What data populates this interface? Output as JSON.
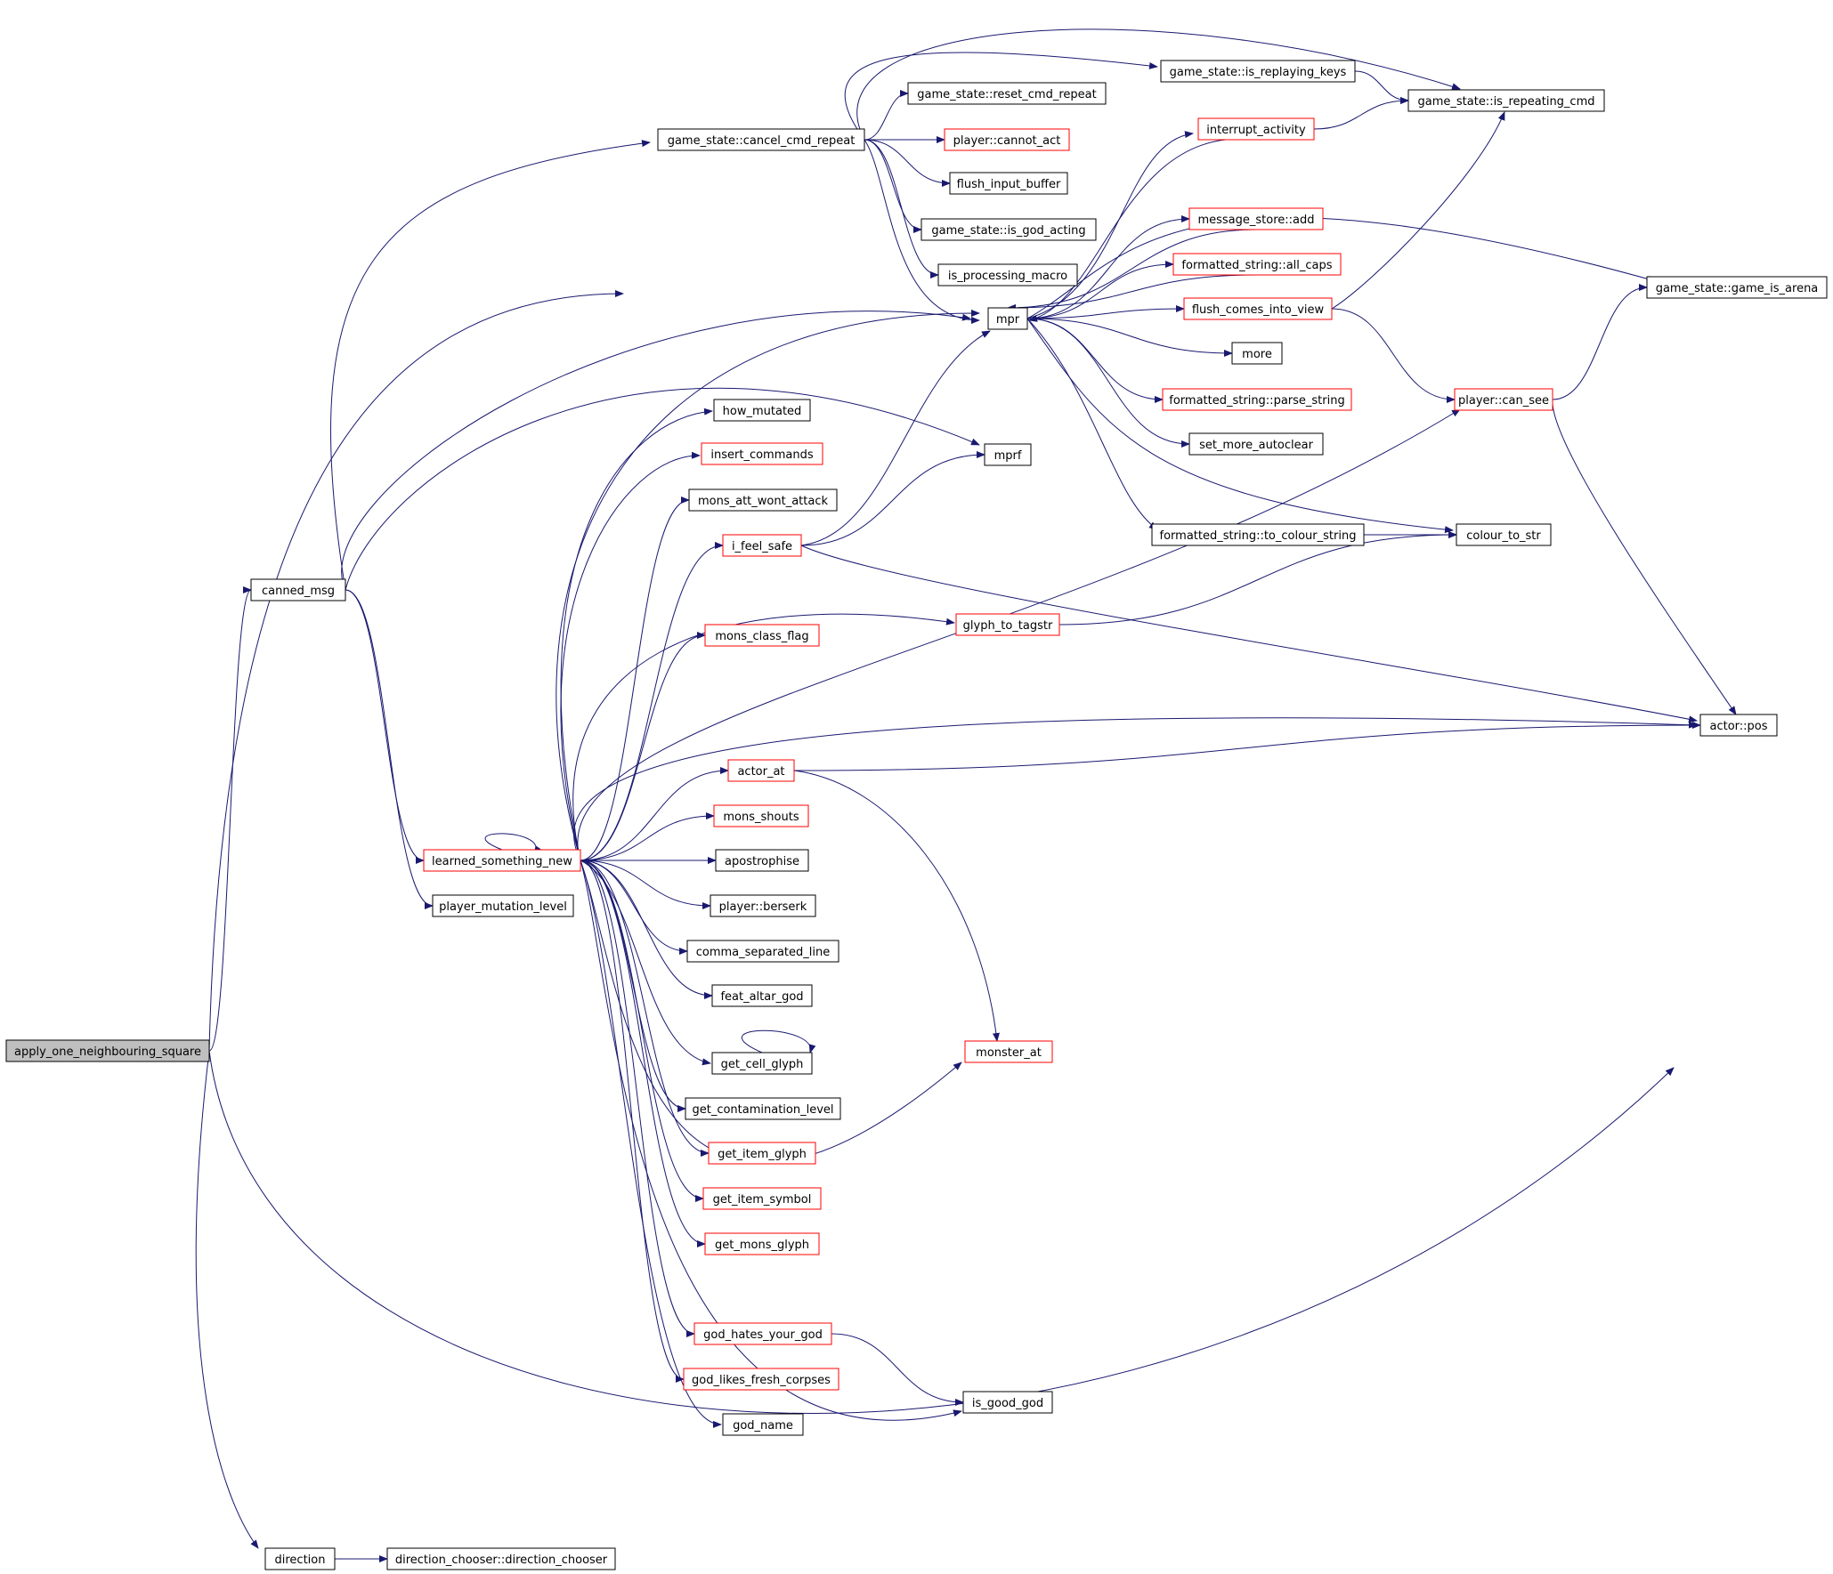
{
  "diagram": {
    "colors": {
      "edge": "#191970",
      "box_border": "#000000",
      "box_border_truncated": "#ff0000",
      "root_fill": "#bfbfbf",
      "box_fill": "#ffffff"
    },
    "nodes": [
      {
        "id": "apply_one_neighbouring_square",
        "label": "apply_one_neighbouring_square",
        "style": "root"
      },
      {
        "id": "canned_msg",
        "label": "canned_msg",
        "style": "normal"
      },
      {
        "id": "direction",
        "label": "direction",
        "style": "normal"
      },
      {
        "id": "direction_chooser_ctor",
        "label": "direction_chooser::direction_chooser",
        "style": "normal"
      },
      {
        "id": "learned_something_new",
        "label": "learned_something_new",
        "style": "truncated"
      },
      {
        "id": "player_mutation_level",
        "label": "player_mutation_level",
        "style": "normal"
      },
      {
        "id": "cancel_cmd_repeat",
        "label": "game_state::cancel_cmd_repeat",
        "style": "normal"
      },
      {
        "id": "reset_cmd_repeat",
        "label": "game_state::reset_cmd_repeat",
        "style": "normal"
      },
      {
        "id": "is_replaying_keys",
        "label": "game_state::is_replaying_keys",
        "style": "normal"
      },
      {
        "id": "is_repeating_cmd",
        "label": "game_state::is_repeating_cmd",
        "style": "normal"
      },
      {
        "id": "cannot_act",
        "label": "player::cannot_act",
        "style": "truncated"
      },
      {
        "id": "flush_input_buffer",
        "label": "flush_input_buffer",
        "style": "normal"
      },
      {
        "id": "is_god_acting",
        "label": "game_state::is_god_acting",
        "style": "normal"
      },
      {
        "id": "is_processing_macro",
        "label": "is_processing_macro",
        "style": "normal"
      },
      {
        "id": "mpr",
        "label": "mpr",
        "style": "normal"
      },
      {
        "id": "interrupt_activity",
        "label": "interrupt_activity",
        "style": "truncated"
      },
      {
        "id": "message_store_add",
        "label": "message_store::add",
        "style": "truncated"
      },
      {
        "id": "all_caps",
        "label": "formatted_string::all_caps",
        "style": "truncated"
      },
      {
        "id": "flush_comes_into_view",
        "label": "flush_comes_into_view",
        "style": "truncated"
      },
      {
        "id": "more",
        "label": "more",
        "style": "normal"
      },
      {
        "id": "parse_string",
        "label": "formatted_string::parse_string",
        "style": "truncated"
      },
      {
        "id": "set_more_autoclear",
        "label": "set_more_autoclear",
        "style": "normal"
      },
      {
        "id": "to_colour_string",
        "label": "formatted_string::to_colour_string",
        "style": "normal"
      },
      {
        "id": "colour_to_str",
        "label": "colour_to_str",
        "style": "normal"
      },
      {
        "id": "game_is_arena",
        "label": "game_state::game_is_arena",
        "style": "normal"
      },
      {
        "id": "player_can_see",
        "label": "player::can_see",
        "style": "truncated"
      },
      {
        "id": "actor_pos",
        "label": "actor::pos",
        "style": "normal"
      },
      {
        "id": "mprf",
        "label": "mprf",
        "style": "normal"
      },
      {
        "id": "how_mutated",
        "label": "how_mutated",
        "style": "normal"
      },
      {
        "id": "insert_commands",
        "label": "insert_commands",
        "style": "truncated"
      },
      {
        "id": "mons_att_wont_attack",
        "label": "mons_att_wont_attack",
        "style": "normal"
      },
      {
        "id": "i_feel_safe",
        "label": "i_feel_safe",
        "style": "truncated"
      },
      {
        "id": "glyph_to_tagstr",
        "label": "glyph_to_tagstr",
        "style": "truncated"
      },
      {
        "id": "mons_class_flag",
        "label": "mons_class_flag",
        "style": "truncated"
      },
      {
        "id": "actor_at",
        "label": "actor_at",
        "style": "truncated"
      },
      {
        "id": "mons_shouts",
        "label": "mons_shouts",
        "style": "truncated"
      },
      {
        "id": "apostrophise",
        "label": "apostrophise",
        "style": "normal"
      },
      {
        "id": "player_berserk",
        "label": "player::berserk",
        "style": "normal"
      },
      {
        "id": "comma_separated_line",
        "label": "comma_separated_line",
        "style": "normal"
      },
      {
        "id": "feat_altar_god",
        "label": "feat_altar_god",
        "style": "normal"
      },
      {
        "id": "get_cell_glyph",
        "label": "get_cell_glyph",
        "style": "normal"
      },
      {
        "id": "monster_at",
        "label": "monster_at",
        "style": "truncated"
      },
      {
        "id": "get_contamination_level",
        "label": "get_contamination_level",
        "style": "normal"
      },
      {
        "id": "get_item_glyph",
        "label": "get_item_glyph",
        "style": "truncated"
      },
      {
        "id": "get_item_symbol",
        "label": "get_item_symbol",
        "style": "truncated"
      },
      {
        "id": "get_mons_glyph",
        "label": "get_mons_glyph",
        "style": "truncated"
      },
      {
        "id": "god_hates_your_god",
        "label": "god_hates_your_god",
        "style": "truncated"
      },
      {
        "id": "god_likes_fresh_corpses",
        "label": "god_likes_fresh_corpses",
        "style": "truncated"
      },
      {
        "id": "is_good_god",
        "label": "is_good_god",
        "style": "normal"
      },
      {
        "id": "god_name",
        "label": "god_name",
        "style": "normal"
      }
    ],
    "edges": [
      [
        "apply_one_neighbouring_square",
        "canned_msg"
      ],
      [
        "apply_one_neighbouring_square",
        "mpr"
      ],
      [
        "apply_one_neighbouring_square",
        "direction"
      ],
      [
        "apply_one_neighbouring_square",
        "actor_pos"
      ],
      [
        "direction",
        "direction_chooser_ctor"
      ],
      [
        "canned_msg",
        "cancel_cmd_repeat"
      ],
      [
        "canned_msg",
        "mpr"
      ],
      [
        "canned_msg",
        "mprf"
      ],
      [
        "canned_msg",
        "learned_something_new"
      ],
      [
        "canned_msg",
        "player_mutation_level"
      ],
      [
        "cancel_cmd_repeat",
        "reset_cmd_repeat"
      ],
      [
        "cancel_cmd_repeat",
        "is_replaying_keys"
      ],
      [
        "cancel_cmd_repeat",
        "is_repeating_cmd"
      ],
      [
        "cancel_cmd_repeat",
        "cannot_act"
      ],
      [
        "cancel_cmd_repeat",
        "flush_input_buffer"
      ],
      [
        "cancel_cmd_repeat",
        "is_god_acting"
      ],
      [
        "cancel_cmd_repeat",
        "is_processing_macro"
      ],
      [
        "cancel_cmd_repeat",
        "mpr"
      ],
      [
        "is_replaying_keys",
        "is_repeating_cmd"
      ],
      [
        "interrupt_activity",
        "is_repeating_cmd"
      ],
      [
        "flush_comes_into_view",
        "is_repeating_cmd"
      ],
      [
        "flush_comes_into_view",
        "player_can_see"
      ],
      [
        "mpr",
        "interrupt_activity"
      ],
      [
        "mpr",
        "message_store_add"
      ],
      [
        "mpr",
        "all_caps"
      ],
      [
        "mpr",
        "flush_comes_into_view"
      ],
      [
        "mpr",
        "more"
      ],
      [
        "mpr",
        "parse_string"
      ],
      [
        "mpr",
        "set_more_autoclear"
      ],
      [
        "mpr",
        "to_colour_string"
      ],
      [
        "mpr",
        "colour_to_str"
      ],
      [
        "mpr",
        "game_is_arena"
      ],
      [
        "interrupt_activity",
        "mpr"
      ],
      [
        "message_store_add",
        "mpr"
      ],
      [
        "all_caps",
        "mpr"
      ],
      [
        "to_colour_string",
        "colour_to_str"
      ],
      [
        "player_can_see",
        "game_is_arena"
      ],
      [
        "player_can_see",
        "actor_pos"
      ],
      [
        "learned_something_new",
        "learned_something_new"
      ],
      [
        "learned_something_new",
        "mpr"
      ],
      [
        "learned_something_new",
        "how_mutated"
      ],
      [
        "learned_something_new",
        "insert_commands"
      ],
      [
        "learned_something_new",
        "mons_att_wont_attack"
      ],
      [
        "learned_something_new",
        "i_feel_safe"
      ],
      [
        "learned_something_new",
        "glyph_to_tagstr"
      ],
      [
        "learned_something_new",
        "mons_class_flag"
      ],
      [
        "learned_something_new",
        "player_can_see"
      ],
      [
        "learned_something_new",
        "actor_pos"
      ],
      [
        "learned_something_new",
        "actor_at"
      ],
      [
        "learned_something_new",
        "mons_shouts"
      ],
      [
        "learned_something_new",
        "apostrophise"
      ],
      [
        "learned_something_new",
        "player_berserk"
      ],
      [
        "learned_something_new",
        "comma_separated_line"
      ],
      [
        "learned_something_new",
        "feat_altar_god"
      ],
      [
        "learned_something_new",
        "get_cell_glyph"
      ],
      [
        "learned_something_new",
        "get_contamination_level"
      ],
      [
        "learned_something_new",
        "get_item_glyph"
      ],
      [
        "learned_something_new",
        "get_item_symbol"
      ],
      [
        "learned_something_new",
        "get_mons_glyph"
      ],
      [
        "learned_something_new",
        "monster_at"
      ],
      [
        "learned_something_new",
        "god_hates_your_god"
      ],
      [
        "learned_something_new",
        "god_likes_fresh_corpses"
      ],
      [
        "learned_something_new",
        "god_name"
      ],
      [
        "learned_something_new",
        "is_good_god"
      ],
      [
        "i_feel_safe",
        "mpr"
      ],
      [
        "i_feel_safe",
        "mprf"
      ],
      [
        "i_feel_safe",
        "actor_pos"
      ],
      [
        "glyph_to_tagstr",
        "colour_to_str"
      ],
      [
        "actor_at",
        "actor_pos"
      ],
      [
        "actor_at",
        "monster_at"
      ],
      [
        "get_cell_glyph",
        "get_cell_glyph"
      ],
      [
        "god_hates_your_god",
        "is_good_god"
      ]
    ]
  }
}
